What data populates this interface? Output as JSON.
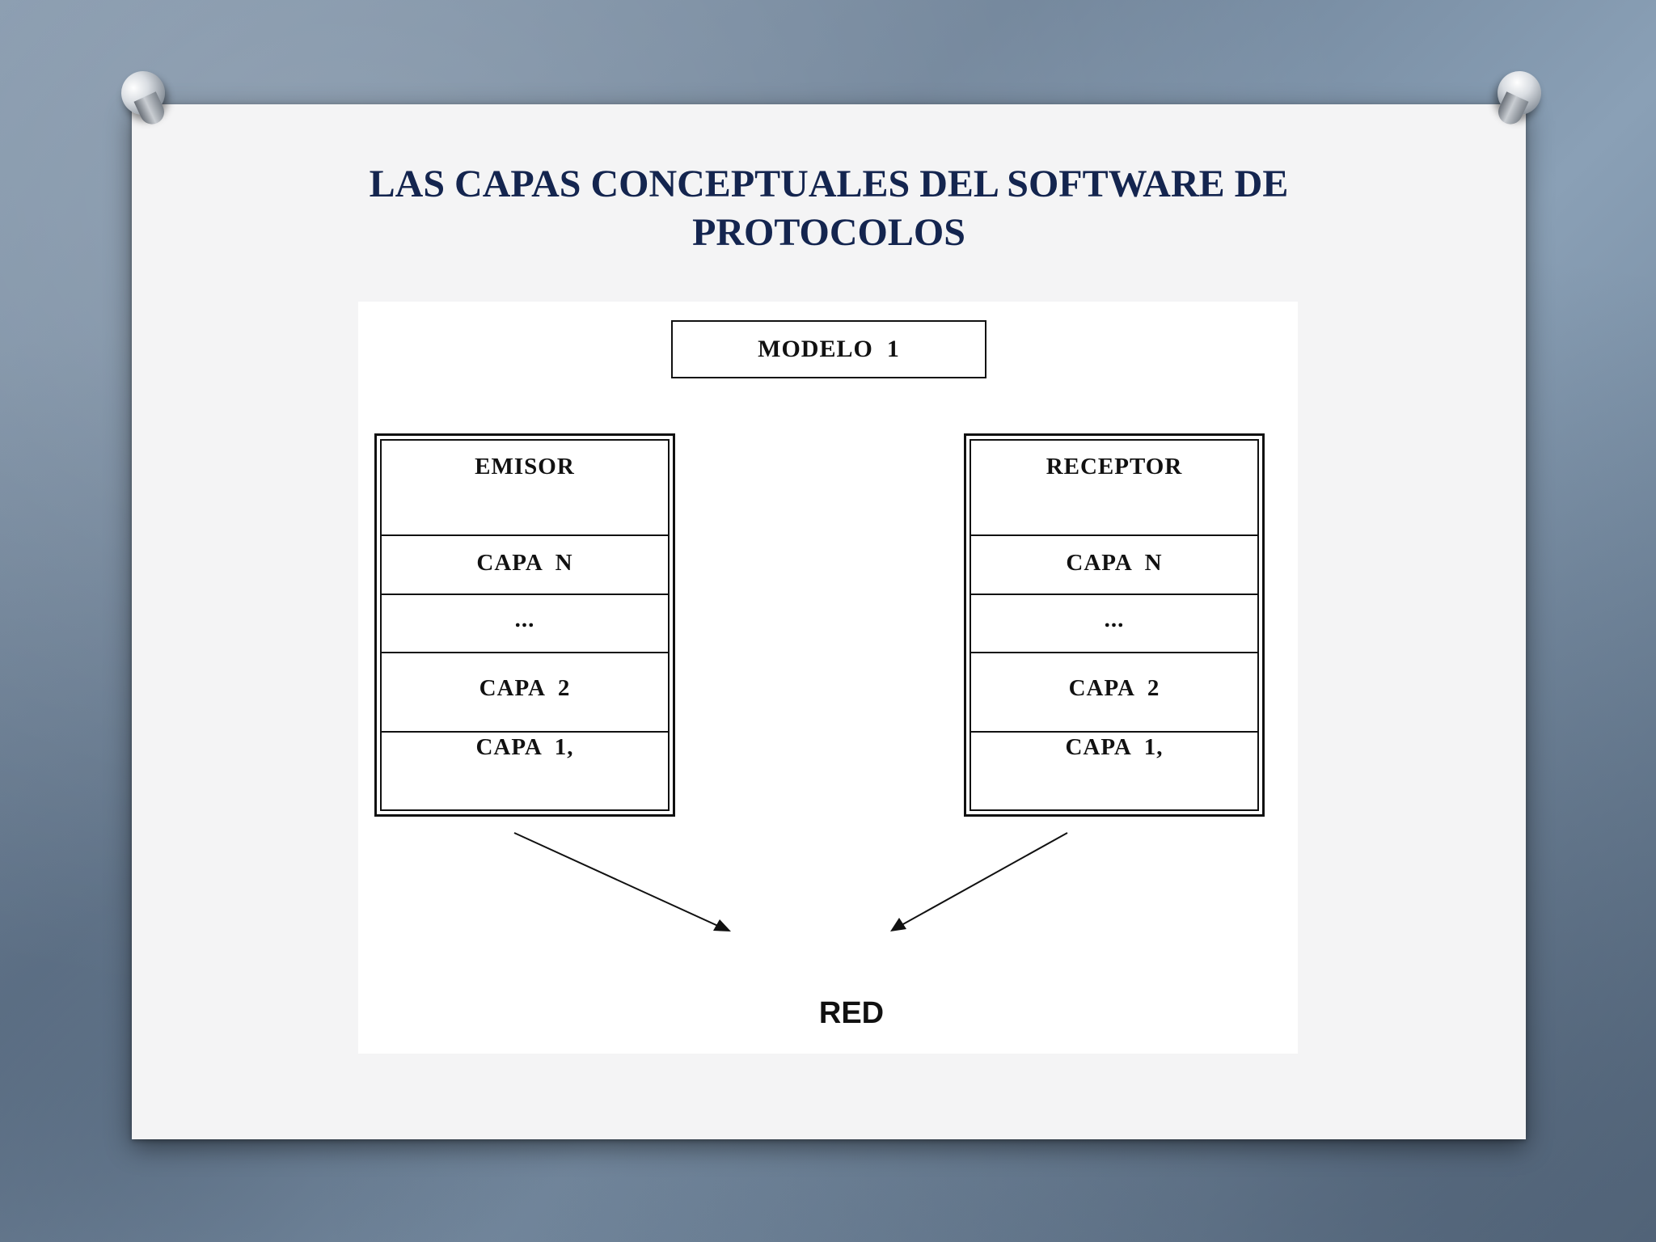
{
  "slide": {
    "title_line1": "LAS CAPAS CONCEPTUALES DEL SOFTWARE DE",
    "title_line2": "PROTOCOLOS"
  },
  "diagram": {
    "model_label": "MODELO  1",
    "sender": {
      "header": "EMISOR",
      "layers": [
        "CAPA  N",
        "...",
        "CAPA  2",
        "CAPA  1,"
      ]
    },
    "receiver": {
      "header": "RECEPTOR",
      "layers": [
        "CAPA  N",
        "...",
        "CAPA  2",
        "CAPA  1,"
      ]
    },
    "network_label": "RED"
  }
}
